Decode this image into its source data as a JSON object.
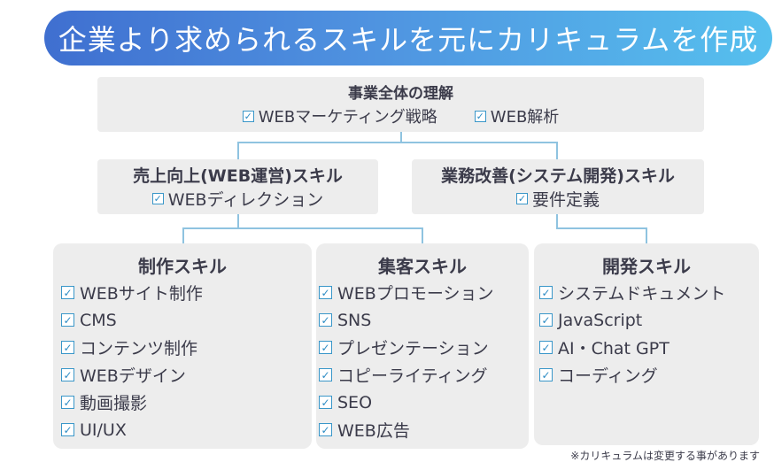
{
  "title": "企業より求められるスキルを元にカリキュラムを作成",
  "check_glyph": "✓",
  "top": {
    "heading": "事業全体の理解",
    "items": [
      "WEBマーケティング戦略",
      "WEB解析"
    ]
  },
  "sales": {
    "heading": "売上向上(WEB運営)スキル",
    "items": [
      "WEBディレクション"
    ]
  },
  "business": {
    "heading": "業務改善(システム開発)スキル",
    "items": [
      "要件定義"
    ]
  },
  "production": {
    "heading": "制作スキル",
    "items": [
      "WEBサイト制作",
      "CMS",
      "コンテンツ制作",
      "WEBデザイン",
      "動画撮影",
      "UI/UX"
    ]
  },
  "attraction": {
    "heading": "集客スキル",
    "items": [
      "WEBプロモーション",
      "SNS",
      "プレゼンテーション",
      "コピーライティング",
      "SEO",
      "WEB広告"
    ]
  },
  "development": {
    "heading": "開発スキル",
    "items": [
      "システムドキュメント",
      "JavaScript",
      "AI・Chat GPT",
      "コーディング"
    ]
  },
  "note": "※カリキュラムは変更する事があります",
  "colors": {
    "banner_start": "#3f6fd0",
    "banner_end": "#56c0ee",
    "box_bg": "#ededed",
    "connector": "#8fc3e0",
    "check": "#2d8cc4"
  }
}
